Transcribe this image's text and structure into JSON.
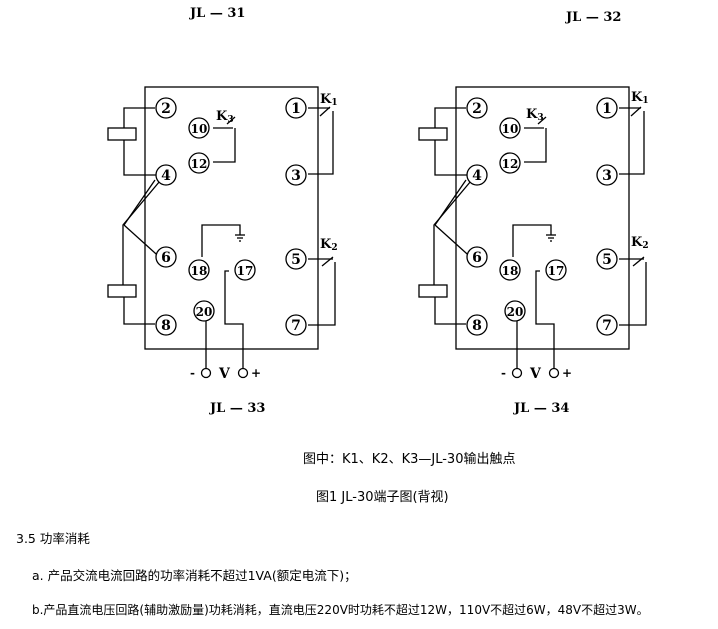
{
  "diagram": {
    "label_top_left": "JL — 31",
    "label_top_right": "JL — 32",
    "label_bottom_left": "JL — 33",
    "label_bottom_right": "JL — 34",
    "panel_left": {
      "terminals": [
        "2",
        "10",
        "12",
        "4",
        "6",
        "18",
        "17",
        "20",
        "8",
        "1",
        "3",
        "5",
        "7"
      ],
      "contacts": [
        "K1",
        "K2",
        "K3"
      ],
      "power_minus": "-",
      "power_v": "V",
      "power_plus": "+"
    },
    "panel_right": {
      "terminals": [
        "2",
        "10",
        "12",
        "4",
        "6",
        "18",
        "17",
        "20",
        "8",
        "1",
        "3",
        "5",
        "7"
      ],
      "contacts": [
        "K1",
        "K2",
        "K3"
      ],
      "power_minus": "-",
      "power_v": "V",
      "power_plus": "+"
    }
  },
  "caption": {
    "legend": "图中：K1、K2、K3—JL-30输出触点",
    "figure": "图1    JL-30端子图(背视)"
  },
  "section": {
    "heading": "3.5 功率消耗",
    "item_a": "a.  产品交流电流回路的功率消耗不超过1VA(额定电流下)；",
    "item_b": "b.产品直流电压回路(辅助激励量)功耗消耗，直流电压220V时功耗不超过12W，110V不超过6W，48V不超过3W。"
  }
}
